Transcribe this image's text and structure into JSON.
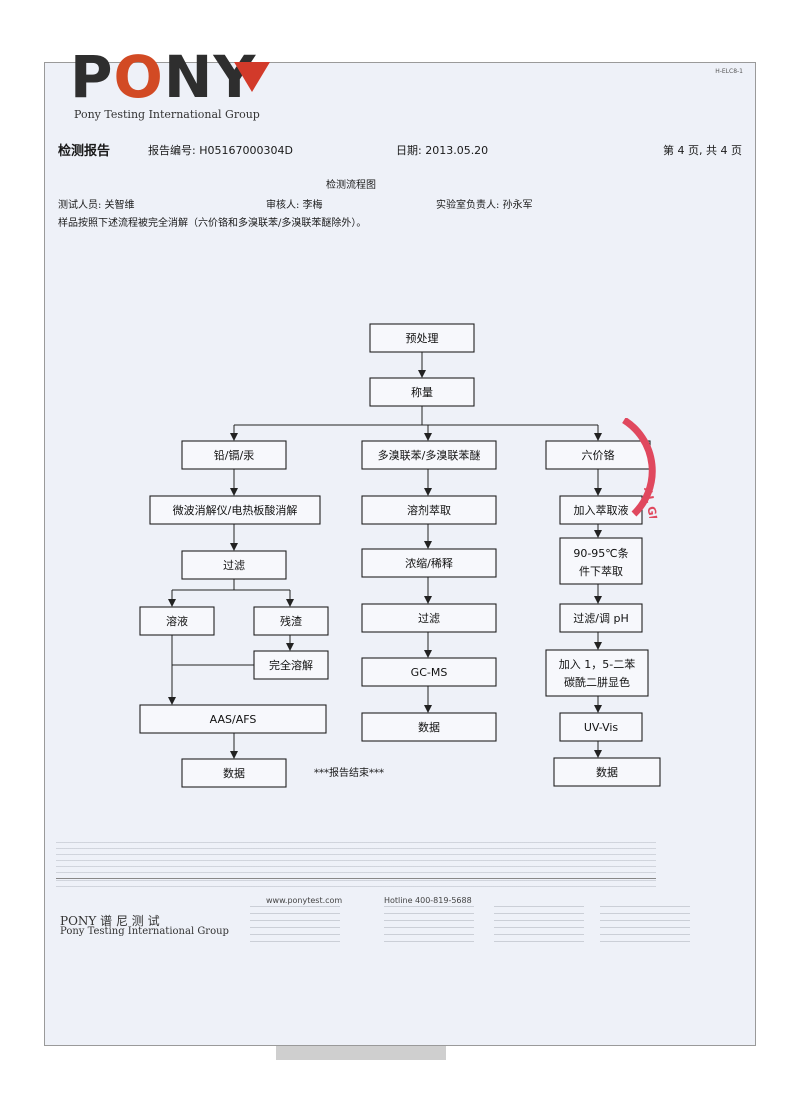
{
  "doc_code": "H-ELC8-1",
  "logo": {
    "word": "PONY",
    "subtitle": "Pony Testing International Group"
  },
  "header": {
    "title": "检测报告",
    "report_no": "报告编号: H05167000304D",
    "date": "日期: 2013.05.20",
    "page": "第 4 页, 共 4 页"
  },
  "flow_title": "检测流程图",
  "tester": "测试人员: 关智维",
  "reviewer": "审核人: 李梅",
  "lab_lead": "实验室负责人: 孙永军",
  "note": "样品按照下述流程被完全消解（六价铬和多溴联苯/多溴联苯醚除外）。",
  "flowchart": {
    "pretreat": "预处理",
    "weigh": "称量",
    "left": {
      "header": "铅/镉/汞",
      "digest": "微波消解仪/电热板酸消解",
      "filter": "过滤",
      "solution": "溶液",
      "residue": "残渣",
      "full_digest": "完全溶解",
      "instrument": "AAS/AFS",
      "data": "数据"
    },
    "middle": {
      "header": "多溴联苯/多溴联苯醚",
      "extract": "溶剂萃取",
      "concentrate": "浓缩/稀释",
      "filter": "过滤",
      "instrument": "GC-MS",
      "data": "数据"
    },
    "right": {
      "header": "六价铬",
      "extract": "加入萃取液",
      "heat_line1": "90-95℃条",
      "heat_line2": "件下萃取",
      "filter_ph": "过滤/调 pH",
      "reagent_line1": "加入 1，5-二苯",
      "reagent_line2": "碳酰二肼显色",
      "instrument": "UV-Vis",
      "data": "数据"
    }
  },
  "end_text": "***报告结束***",
  "footer": {
    "brand_cn": "PONY 谱 尼 测 试",
    "brand_en": "Pony Testing International Group",
    "website": "www.ponytest.com",
    "hotline": "Hotline 400-819-5688",
    "stamp_text": "AL GROU"
  }
}
